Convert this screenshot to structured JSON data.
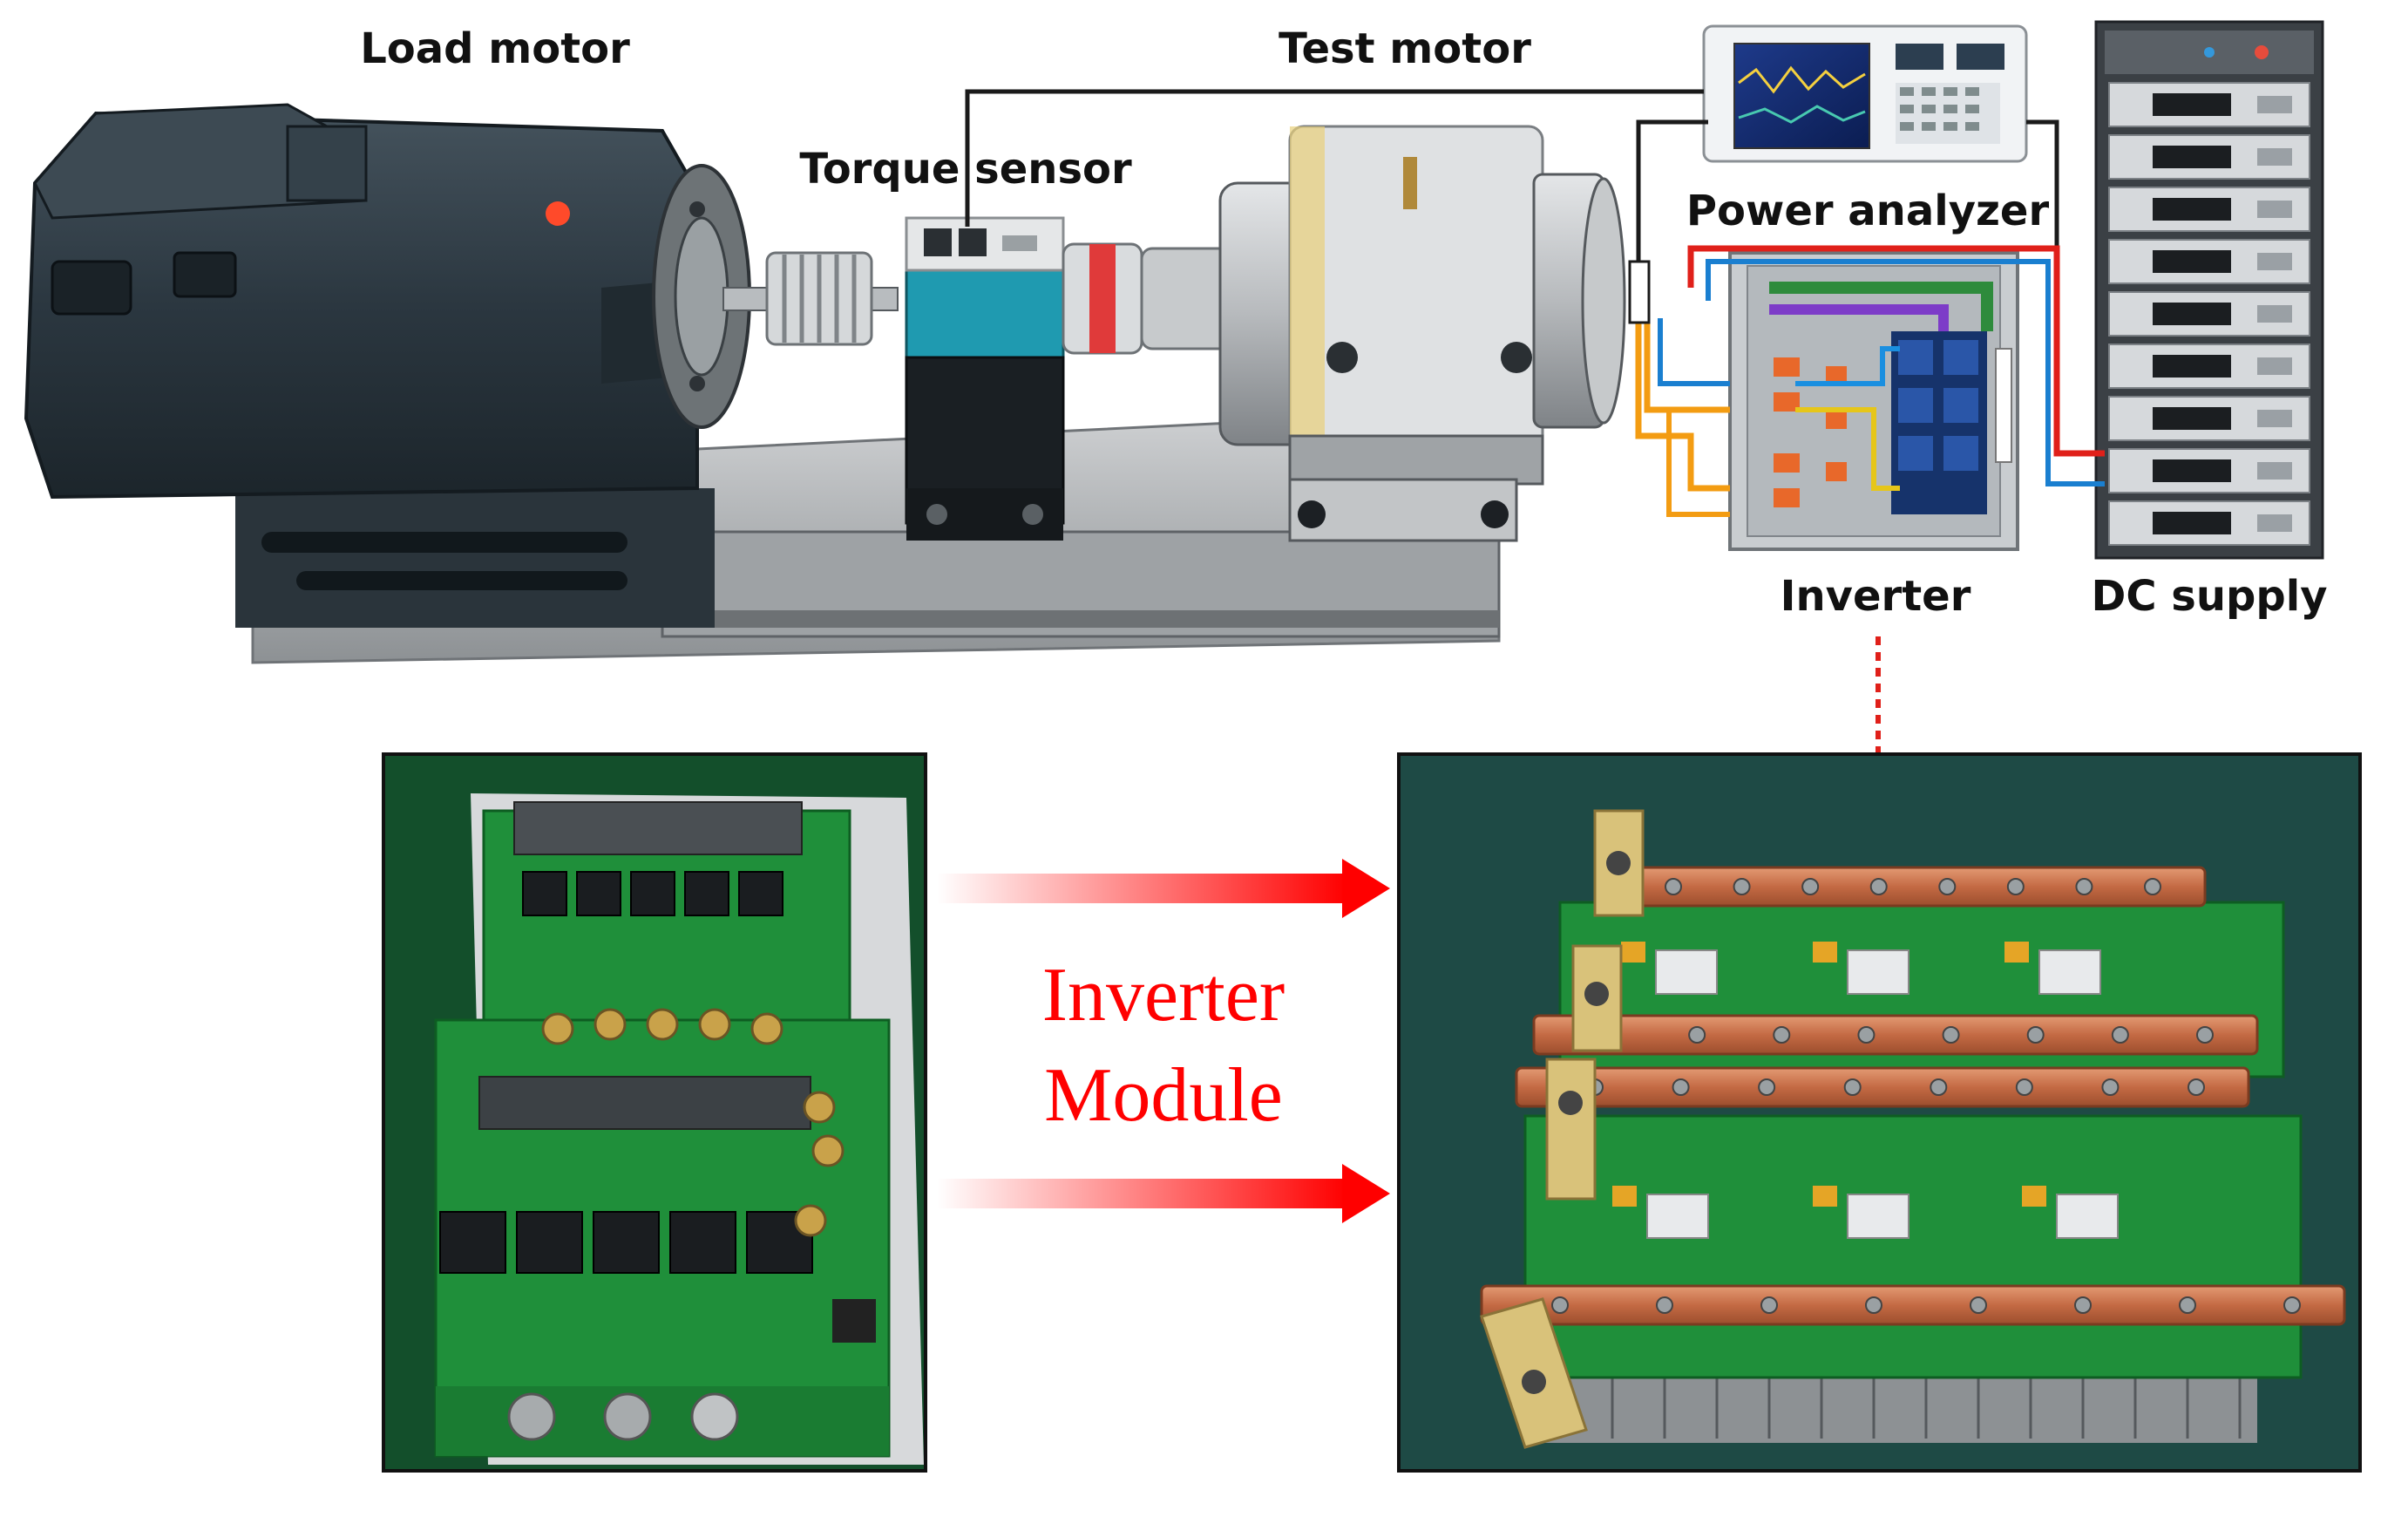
{
  "labels": {
    "load_motor": "Load motor",
    "test_motor": "Test motor",
    "torque_sensor": "Torque sensor",
    "power_analyzer": "Power analyzer",
    "inverter": "Inverter",
    "dc_supply": "DC supply"
  },
  "module_caption": {
    "line1": "Inverter",
    "line2": "Module"
  },
  "colors": {
    "caption": "#ff0000",
    "arrow": "#ff0000",
    "pcb": "#1f8f3a",
    "copper": "#c8704a",
    "motor": "#2c3a44",
    "metal": "#b9bcbf"
  }
}
